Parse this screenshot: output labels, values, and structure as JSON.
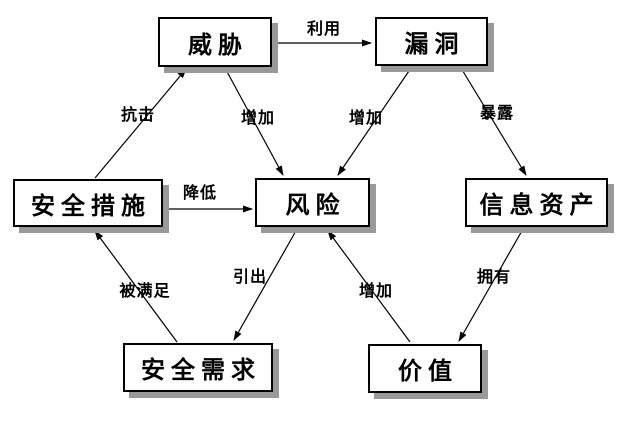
{
  "diagram": {
    "nodes": {
      "threat": {
        "label": "威胁"
      },
      "vulnerability": {
        "label": "漏洞"
      },
      "security_measures": {
        "label": "安全措施"
      },
      "risk": {
        "label": "风险"
      },
      "information_assets": {
        "label": "信息资产"
      },
      "security_requirements": {
        "label": "安全需求"
      },
      "value": {
        "label": "价值"
      }
    },
    "edges": [
      {
        "label": "利用",
        "from": "威胁",
        "to": "漏洞"
      },
      {
        "label": "抗击",
        "from": "安全措施",
        "to": "威胁"
      },
      {
        "label": "增加",
        "from": "威胁",
        "to": "风险"
      },
      {
        "label": "增加",
        "from": "漏洞",
        "to": "风险"
      },
      {
        "label": "暴露",
        "from": "漏洞",
        "to": "信息资产"
      },
      {
        "label": "降低",
        "from": "安全措施",
        "to": "风险"
      },
      {
        "label": "被满足",
        "from": "安全需求",
        "to": "安全措施"
      },
      {
        "label": "引出",
        "from": "风险",
        "to": "安全需求"
      },
      {
        "label": "增加",
        "from": "价值",
        "to": "风险"
      },
      {
        "label": "拥有",
        "from": "信息资产",
        "to": "价值"
      }
    ],
    "colors": {
      "background": "#ffffff",
      "box_fill": "#ffffff",
      "box_border": "#000000",
      "box_shadow": "#999999",
      "line": "#000000",
      "text": "#000000"
    }
  }
}
